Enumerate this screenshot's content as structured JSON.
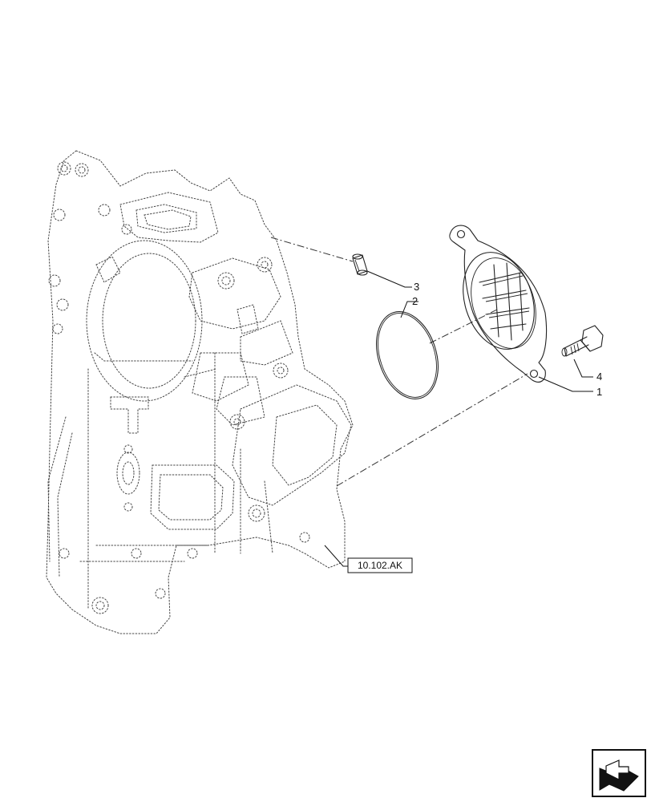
{
  "callouts": {
    "item1": "1",
    "item2": "2",
    "item3": "3",
    "item4": "4"
  },
  "reference": "10.102.AK",
  "nav_icon": "next-page-arrow-icon"
}
